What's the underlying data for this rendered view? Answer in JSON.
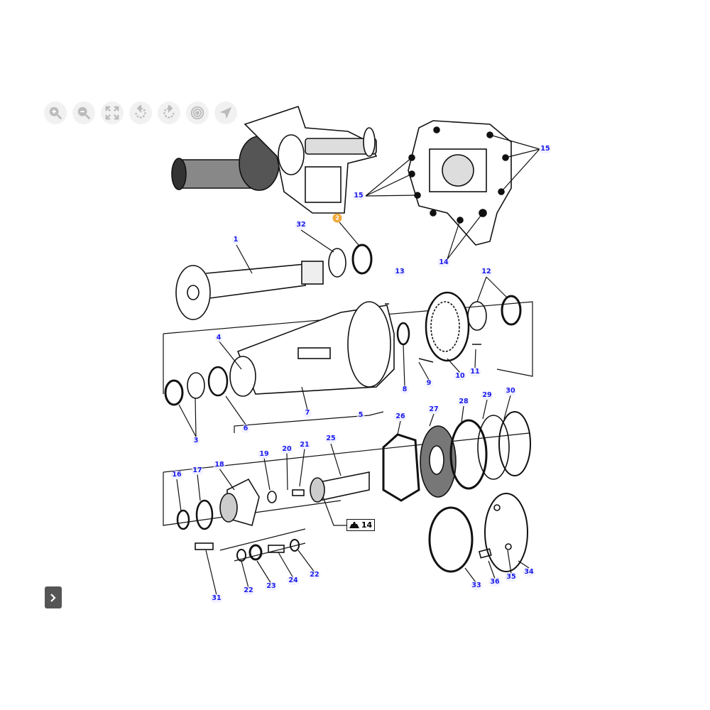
{
  "toolbar": [
    {
      "name": "zoom-in",
      "icon": "zoom-in-icon"
    },
    {
      "name": "zoom-out",
      "icon": "zoom-out-icon"
    },
    {
      "name": "fit",
      "icon": "expand-icon"
    },
    {
      "name": "rotate-left",
      "icon": "rotate-left-icon"
    },
    {
      "name": "rotate-right",
      "icon": "rotate-right-icon"
    },
    {
      "name": "center",
      "icon": "target-icon"
    },
    {
      "name": "pointer",
      "icon": "navigate-icon"
    }
  ],
  "callouts": [
    "1",
    "32",
    "2",
    "13",
    "12",
    "15",
    "15",
    "14",
    "4",
    "8",
    "9",
    "10",
    "11",
    "3",
    "6",
    "7",
    "5",
    "26",
    "27",
    "28",
    "29",
    "30",
    "25",
    "19",
    "20",
    "21",
    "18",
    "16",
    "17",
    "22",
    "23",
    "24",
    "22",
    "31",
    "33",
    "36",
    "35",
    "34"
  ],
  "highlight_color": "#f2a93b",
  "label_color": "#1a1aee",
  "reference_box": {
    "label": "14",
    "icon": "assembly-icon"
  },
  "next_button": {
    "icon": "chevron-right-icon"
  }
}
